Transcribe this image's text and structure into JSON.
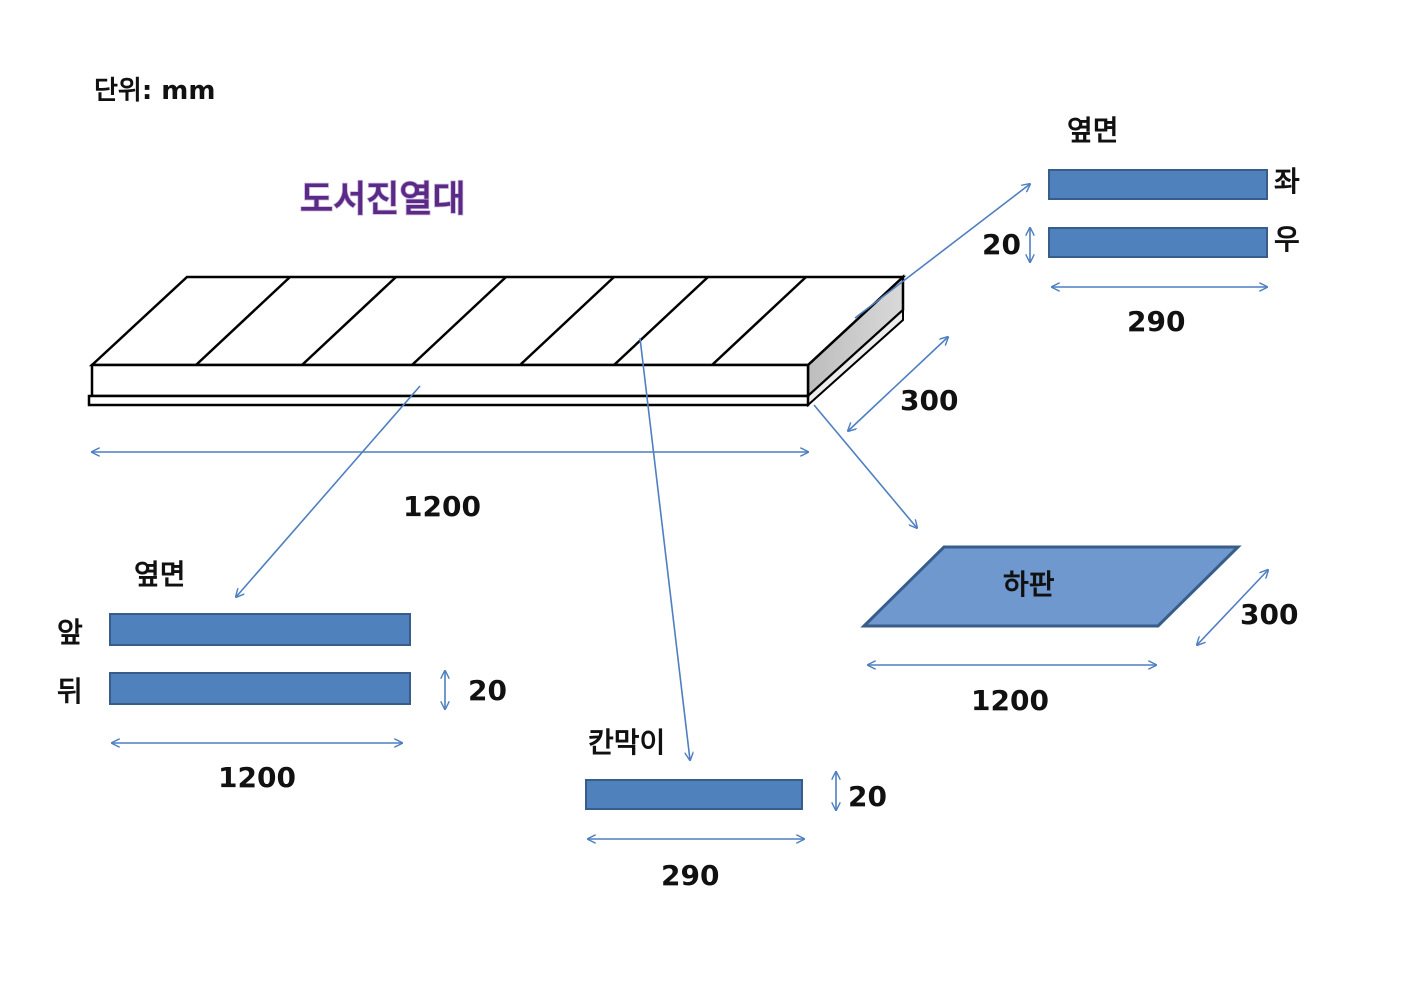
{
  "unit_label": "단위: mm",
  "title": "도서진열대",
  "colors": {
    "panel_fill": "#4f81bd",
    "panel_stroke": "#385d8a",
    "bottom_fill": "#6f98cf",
    "arrow": "#4f7fc0",
    "title": "#5b2a87",
    "side_gray": "#c8c8c8",
    "outline": "#000000"
  },
  "main": {
    "width_label": "1200",
    "depth_label": "300"
  },
  "side_left_right": {
    "heading": "옆면",
    "top_label": "좌",
    "bottom_label": "우",
    "height_label": "20",
    "width_label": "290"
  },
  "side_front_back": {
    "heading": "옆면",
    "top_label": "앞",
    "bottom_label": "뒤",
    "height_label": "20",
    "width_label": "1200"
  },
  "divider": {
    "heading": "칸막이",
    "height_label": "20",
    "width_label": "290"
  },
  "bottom_panel": {
    "label": "하판",
    "width_label": "1200",
    "depth_label": "300"
  }
}
